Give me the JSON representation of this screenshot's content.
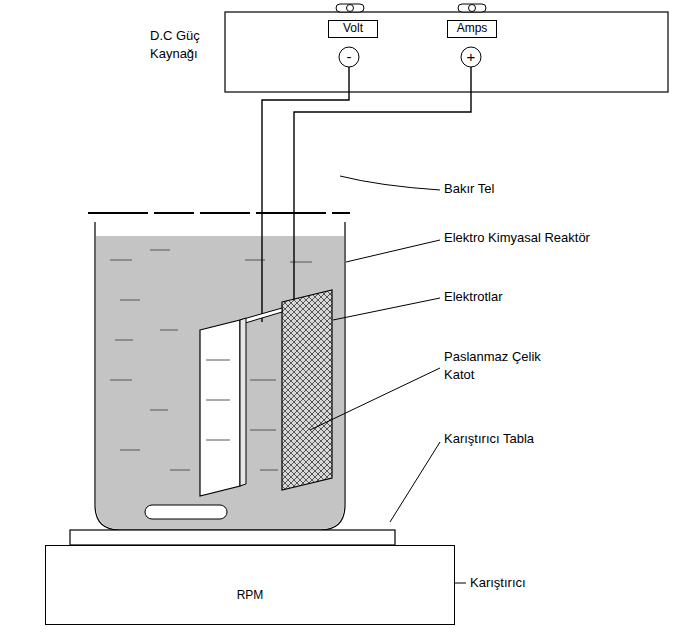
{
  "diagram": {
    "nodes": [
      {
        "text": [
          "Volt"
        ]
      },
      {
        "text": [
          "Amps"
        ]
      },
      {
        "text": [
          "-"
        ]
      },
      {
        "text": [
          "+"
        ]
      },
      {
        "text": [
          "RPM"
        ]
      }
    ],
    "labels": [
      "D.C Güç Kaynağı",
      "Bakır Tel",
      "Elektro Kimyasal Reaktör",
      "Elektrotlar",
      "Paslanmaz Çelik Katot",
      "Karıştırıcı Tabla",
      "Karıştırıcı"
    ]
  }
}
